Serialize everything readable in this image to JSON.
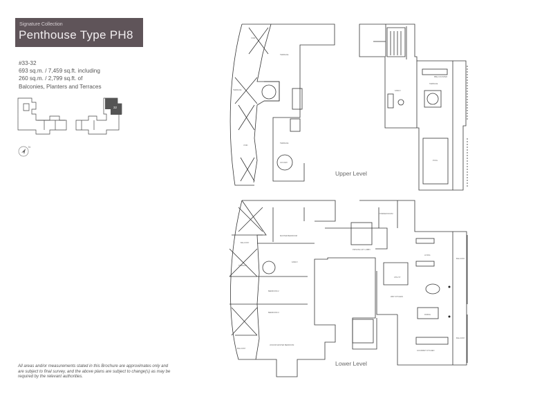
{
  "header": {
    "collection": "Signature Collection",
    "title": "Penthouse Type PH8"
  },
  "unit": {
    "number": "#33-32",
    "area_line1": "693 sq.m. / 7,459 sq.ft. including",
    "area_line2": "260 sq.m. / 2,799 sq.ft. of",
    "area_line3": "Balconies, Planters and Terraces"
  },
  "key_plan": {
    "highlighted_unit": "32",
    "north_label": "N"
  },
  "levels": {
    "upper": "Upper Level",
    "lower": "Lower Level"
  },
  "rooms_upper": {
    "terrace1": "TERRACE",
    "terrace2": "TERRACE",
    "terrace3": "TERRACE",
    "terrace4": "TERRACE",
    "jacuzzi": "JACUZZI",
    "family": "FAMILY",
    "pool": "POOL",
    "bar": "BBQ COUNTER",
    "void1": "VOID",
    "void2": "VOID"
  },
  "rooms_lower": {
    "balcony1": "BALCONY",
    "balcony2": "BALCONY",
    "balcony3": "BALCONY",
    "balcony4": "BALCONY",
    "terrace": "TERRACE",
    "master": "MASTER BEDROOM",
    "family": "FAMILY",
    "bed2": "BEDROOM 2",
    "bed3": "BEDROOM 3",
    "living": "LIVING",
    "dining": "DINING",
    "utility": "UTILITY",
    "kitchen": "WET KITCHEN",
    "lobby": "PRIVATE LIFT LOBBY",
    "powder": "POWDER ROOM",
    "junior": "JUNIOR MASTER BEDROOM",
    "gourmet": "GOURMET KITCHEN"
  },
  "disclaimer": "All areas and/or measurements stated in this Brochure are approximates only and are subject to final survey, and the above plans are subject to change(s) as may be required by the relevant authorities.",
  "colors": {
    "header_bg": "#5f5459",
    "line": "#333333",
    "highlight_unit": "#555555"
  }
}
